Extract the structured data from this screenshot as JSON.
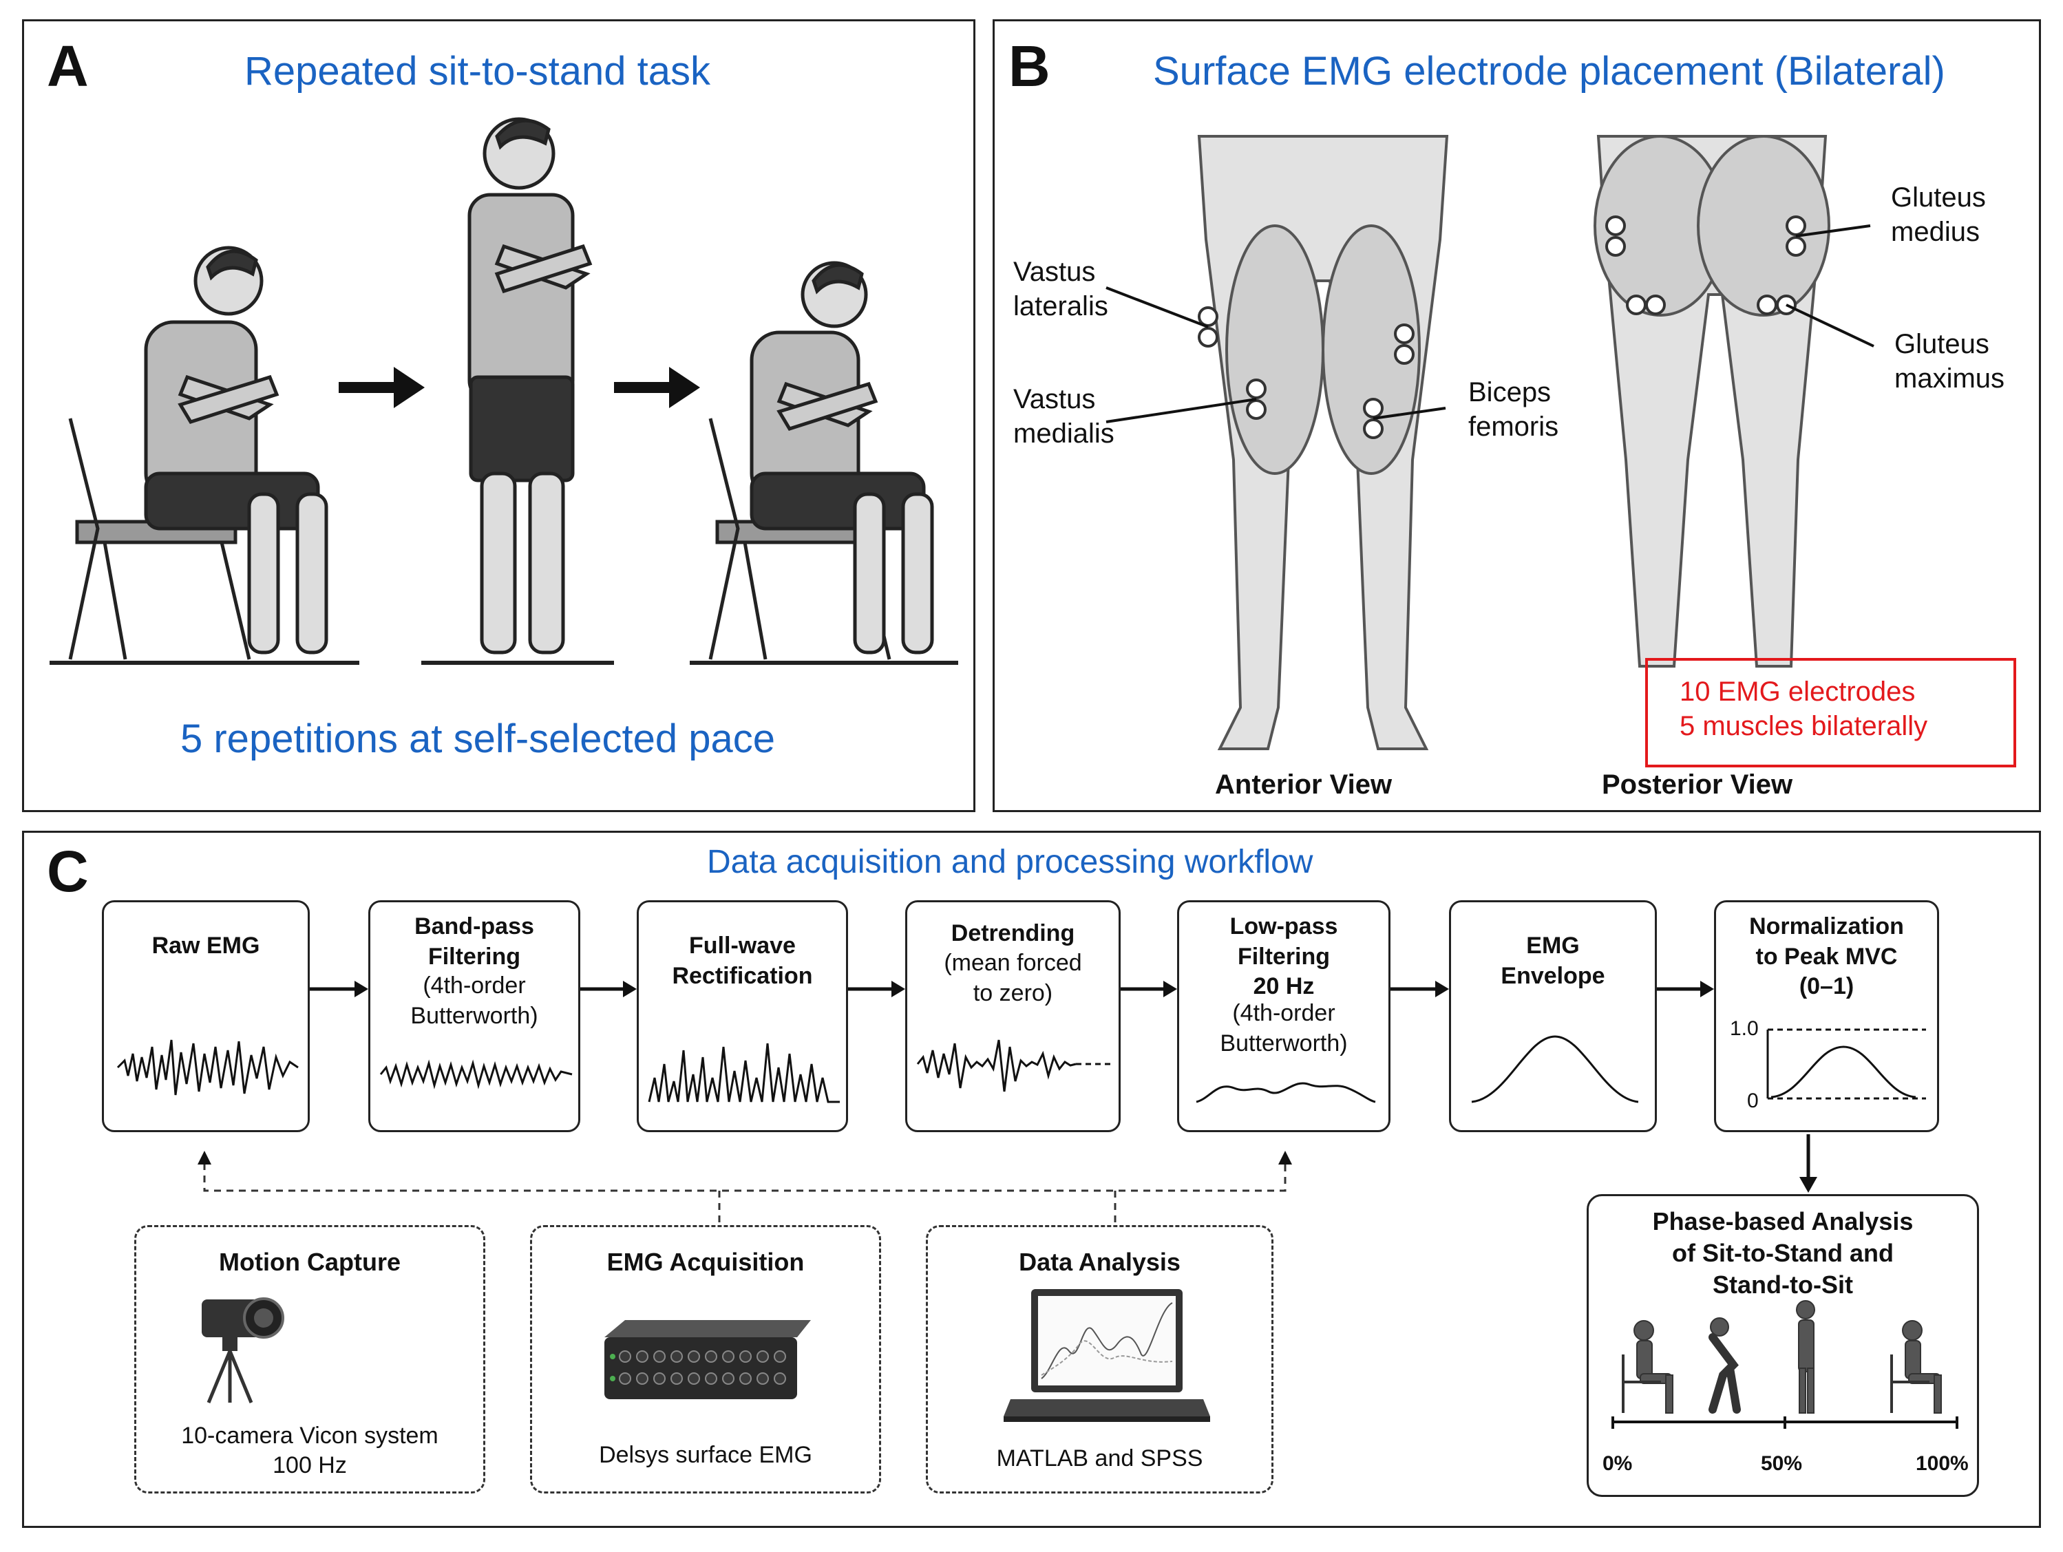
{
  "panel_a": {
    "letter": "A",
    "title": "Repeated sit-to-stand task",
    "caption": "5 repetitions at self-selected pace"
  },
  "panel_b": {
    "letter": "B",
    "title": "Surface EMG electrode placement (Bilateral)",
    "muscles": {
      "vastus_lateralis": "Vastus\nlateralis",
      "vastus_medialis": "Vastus\nmedialis",
      "biceps_femoris": "Biceps\nfemoris",
      "gluteus_medius": "Gluteus\nmedius",
      "gluteus_maximus": "Gluteus\nmaximus"
    },
    "anterior_view": "Anterior View",
    "posterior_view": "Posterior View",
    "note_line1": "10 EMG electrodes",
    "note_line2": "5 muscles bilaterally",
    "note_color": "#e3191c"
  },
  "panel_c": {
    "letter": "C",
    "title": "Data acquisition and processing workflow",
    "steps": [
      {
        "title": "Raw EMG",
        "sub": ""
      },
      {
        "title": "Band-pass\nFiltering",
        "sub": "(4th-order\nButterworth)"
      },
      {
        "title": "Full-wave\nRectification",
        "sub": ""
      },
      {
        "title": "Detrending",
        "sub": "(mean forced\nto zero)"
      },
      {
        "title": "Low-pass\nFiltering\n20 Hz",
        "sub": "(4th-order\nButterworth)"
      },
      {
        "title": "EMG\nEnvelope",
        "sub": ""
      },
      {
        "title": "Normalization\nto Peak MVC\n(0–1)",
        "sub": ""
      }
    ],
    "norm_axis": {
      "top": "1.0",
      "bottom": "0"
    },
    "tools": [
      {
        "title": "Motion Capture",
        "sub": "10-camera Vicon system\n100 Hz"
      },
      {
        "title": "EMG Acquisition",
        "sub": "Delsys surface EMG"
      },
      {
        "title": "Data Analysis",
        "sub": "MATLAB and SPSS"
      }
    ],
    "phase": {
      "title": "Phase-based Analysis\nof Sit-to-Stand and\nStand-to-Sit",
      "ticks": [
        "0%",
        "50%",
        "100%"
      ]
    }
  },
  "colors": {
    "accent": "#1a63c2",
    "text": "#111111"
  }
}
